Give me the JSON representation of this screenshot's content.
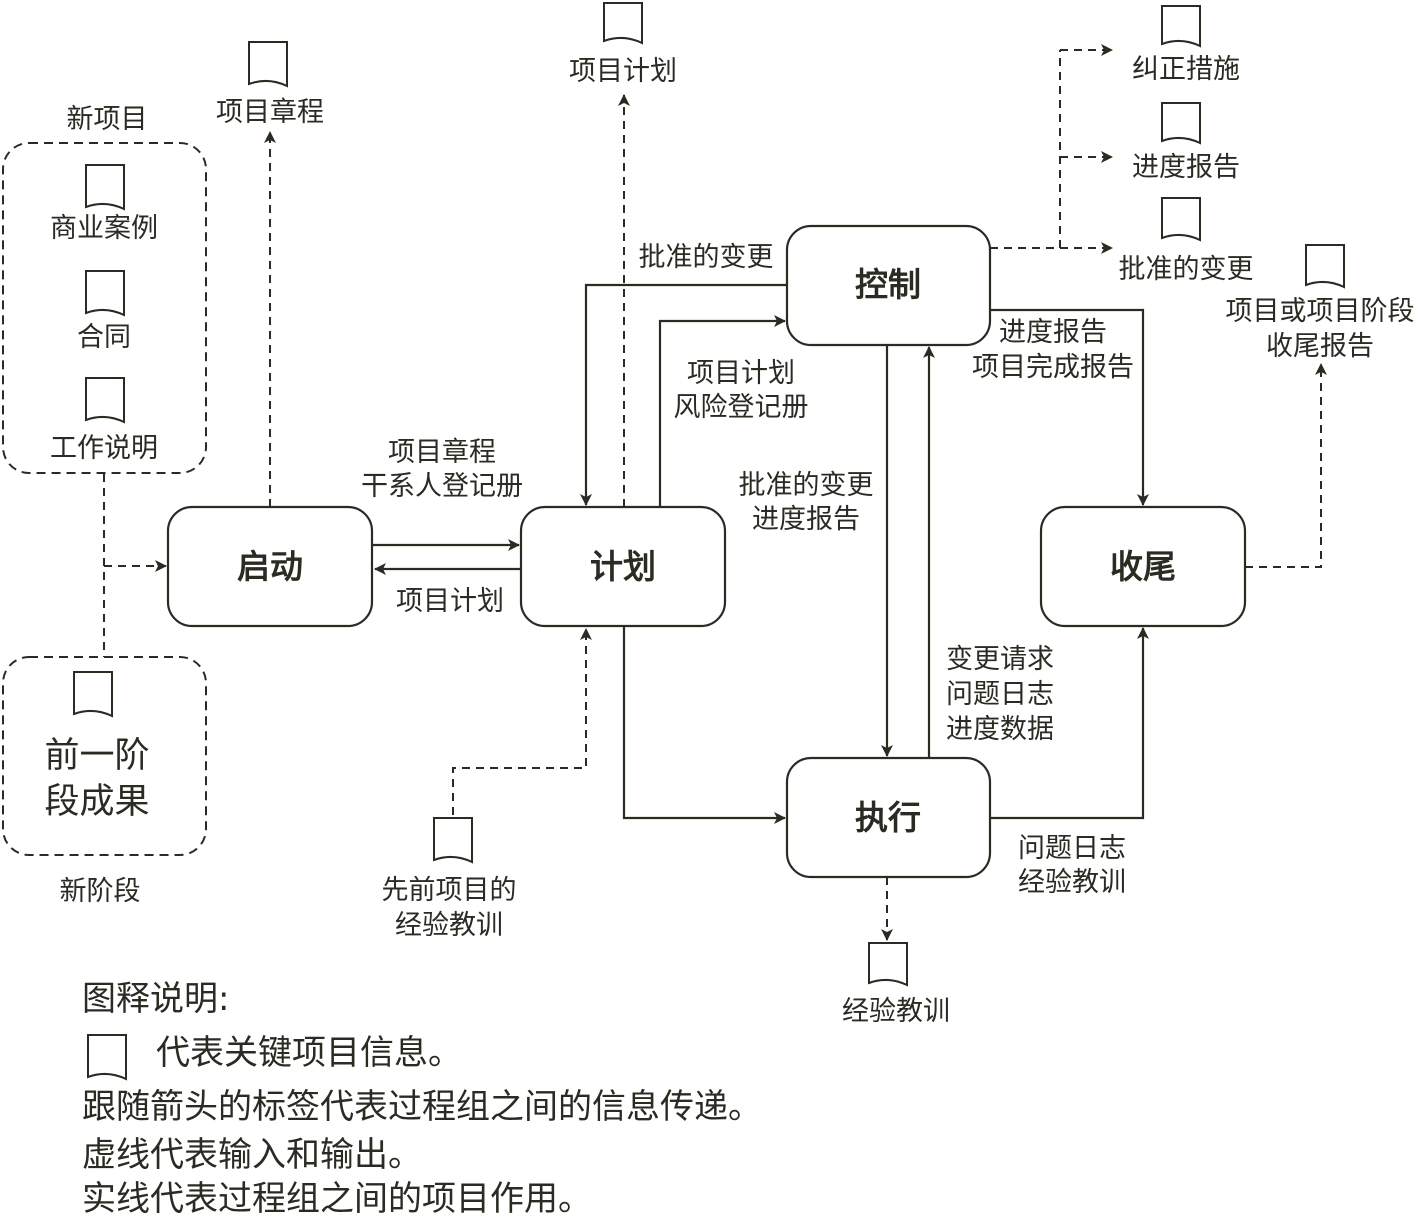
{
  "nodes": {
    "initiating": "启动",
    "planning": "计划",
    "controlling": "控制",
    "executing": "执行",
    "closing": "收尾"
  },
  "inputs": {
    "new_project_title": "新项目",
    "new_project_items": [
      "商业案例",
      "合同",
      "工作说明"
    ],
    "new_phase_title": "新阶段",
    "previous_phase_results": [
      "前一阶",
      "段成果"
    ]
  },
  "documents": {
    "charter": "项目章程",
    "project_plan": "项目计划",
    "corrective_actions": "纠正措施",
    "progress_report": "进度报告",
    "approved_changes": "批准的变更",
    "closure_report": [
      "项目或项目阶段",
      "收尾报告"
    ],
    "prior_lessons": [
      "先前项目的",
      "经验教训"
    ],
    "lessons_learned": "经验教训"
  },
  "flows": {
    "init_to_plan": [
      "项目章程",
      "干系人登记册"
    ],
    "plan_to_init": "项目计划",
    "control_to_plan": "批准的变更",
    "plan_to_control": [
      "项目计划",
      "风险登记册"
    ],
    "control_to_execute": [
      "批准的变更",
      "进度报告"
    ],
    "execute_to_control": [
      "变更请求",
      "问题日志",
      "进度数据"
    ],
    "control_to_close": [
      "进度报告",
      "项目完成报告"
    ],
    "execute_to_close": [
      "问题日志",
      "经验教训"
    ]
  },
  "legend": {
    "title": "图释说明:",
    "doc_meaning": "代表关键项目信息。",
    "lines": [
      "跟随箭头的标签代表过程组之间的信息传递。",
      "虚线代表输入和输出。",
      "实线代表过程组之间的项目作用。"
    ]
  }
}
